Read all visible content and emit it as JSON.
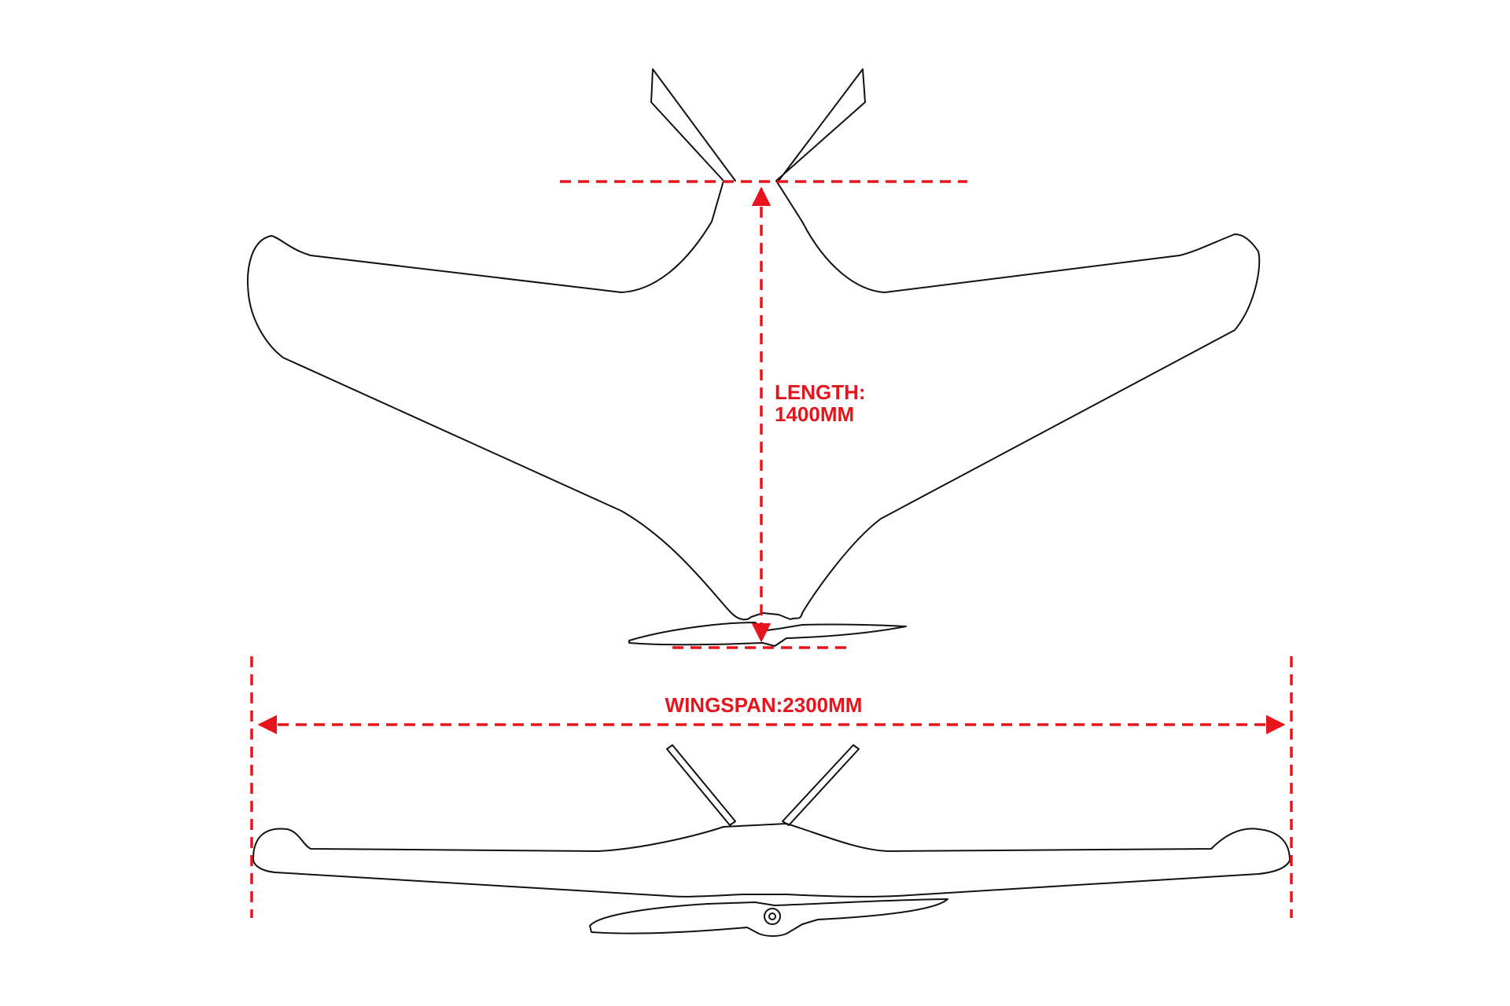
{
  "dimensions": {
    "length_label_line1": "LENGTH:",
    "length_label_line2": "1400MM",
    "wingspan_label": "WINGSPAN:2300MM"
  },
  "colors": {
    "dimension": "#e8141b",
    "outline": "#111111",
    "background": "#ffffff"
  }
}
